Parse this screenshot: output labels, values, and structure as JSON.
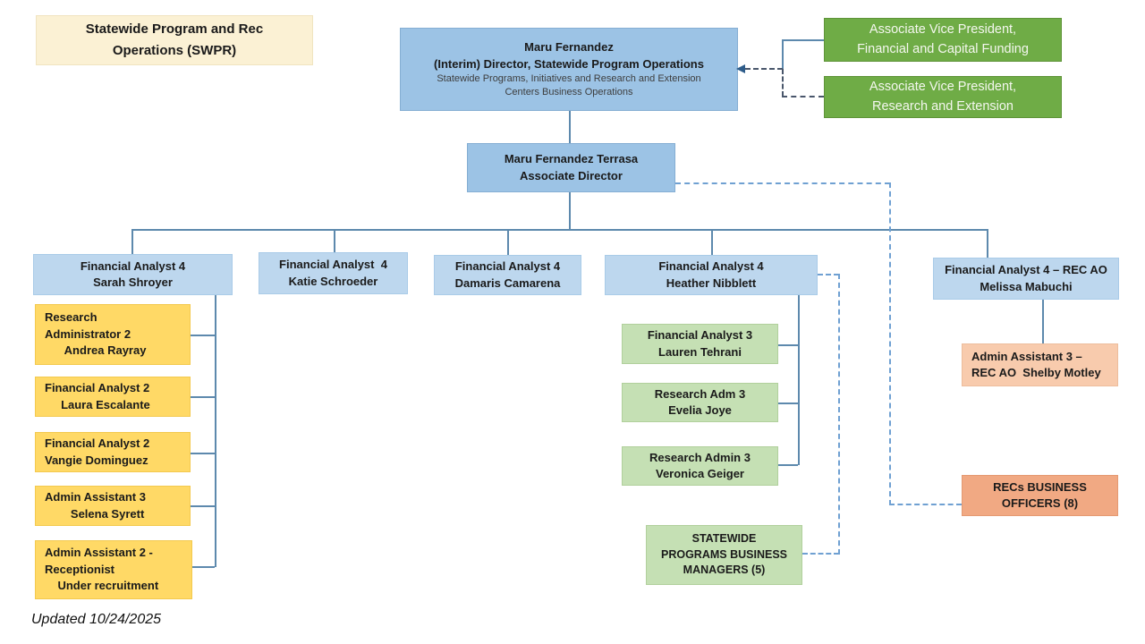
{
  "title": {
    "lines": [
      "Statewide Program and Rec",
      "Operations (SWPR)"
    ]
  },
  "footer": {
    "updated": "Updated 10/24/2025"
  },
  "palette": {
    "title_bg": "#FBF1D4",
    "director_bg": "#9CC3E5",
    "analyst_bg": "#BDD7EE",
    "staff_yellow_bg": "#FFD966",
    "avp_green_bg": "#6FAC46",
    "staff_green_bg": "#C5E0B4",
    "peach_bg": "#F8CBAD",
    "orange_bg": "#F1A983",
    "solid_line": "#5d89ad",
    "dashed_line_light": "#6fa0d2",
    "dashed_line_dark": "#49566b"
  },
  "nodes": {
    "maru": {
      "lines": [
        "Maru Fernandez",
        "(Interim) Director, Statewide Program Operations",
        "Statewide Programs, Initiatives and Research and Extension",
        "Centers Business Operations"
      ]
    },
    "avp_finance": {
      "lines": [
        "Associate Vice President,",
        "Financial and Capital Funding"
      ]
    },
    "avp_research": {
      "lines": [
        "Associate Vice President,",
        "Research and Extension"
      ]
    },
    "terrasa": {
      "lines": [
        "Maru Fernandez Terrasa",
        "Associate Director"
      ]
    },
    "sarah": {
      "lines": [
        "Financial Analyst 4",
        "Sarah Shroyer"
      ]
    },
    "katie": {
      "lines": [
        "Financial Analyst  4",
        "Katie Schroeder"
      ]
    },
    "damaris": {
      "lines": [
        "Financial Analyst 4",
        "Damaris Camarena"
      ]
    },
    "heather": {
      "lines": [
        "Financial Analyst 4",
        "Heather Nibblett"
      ]
    },
    "melissa": {
      "lines": [
        "Financial Analyst 4 – REC AO",
        "Melissa Mabuchi"
      ]
    },
    "andrea": {
      "lines": [
        "Research",
        "Administrator 2",
        "      Andrea Rayray"
      ]
    },
    "laura": {
      "lines": [
        "Financial Analyst 2",
        "     Laura Escalante"
      ]
    },
    "vangie": {
      "lines": [
        "Financial Analyst 2",
        "Vangie Dominguez"
      ]
    },
    "selena": {
      "lines": [
        "Admin Assistant 3",
        "        Selena Syrett"
      ]
    },
    "receptionist": {
      "lines": [
        "Admin Assistant 2 -",
        "Receptionist",
        "    Under recruitment"
      ]
    },
    "lauren": {
      "lines": [
        "Financial Analyst 3",
        "Lauren Tehrani"
      ]
    },
    "evelia": {
      "lines": [
        "Research Adm 3",
        "Evelia Joye"
      ]
    },
    "veronica": {
      "lines": [
        "Research Admin 3",
        "Veronica Geiger"
      ]
    },
    "statewide_managers": {
      "lines": [
        "STATEWIDE",
        "PROGRAMS BUSINESS",
        "MANAGERS (5)"
      ]
    },
    "shelby": {
      "lines": [
        "Admin Assistant 3 –",
        "REC AO  Shelby Motley"
      ]
    },
    "recs_officers": {
      "lines": [
        "RECs BUSINESS",
        "OFFICERS (8)"
      ]
    }
  }
}
